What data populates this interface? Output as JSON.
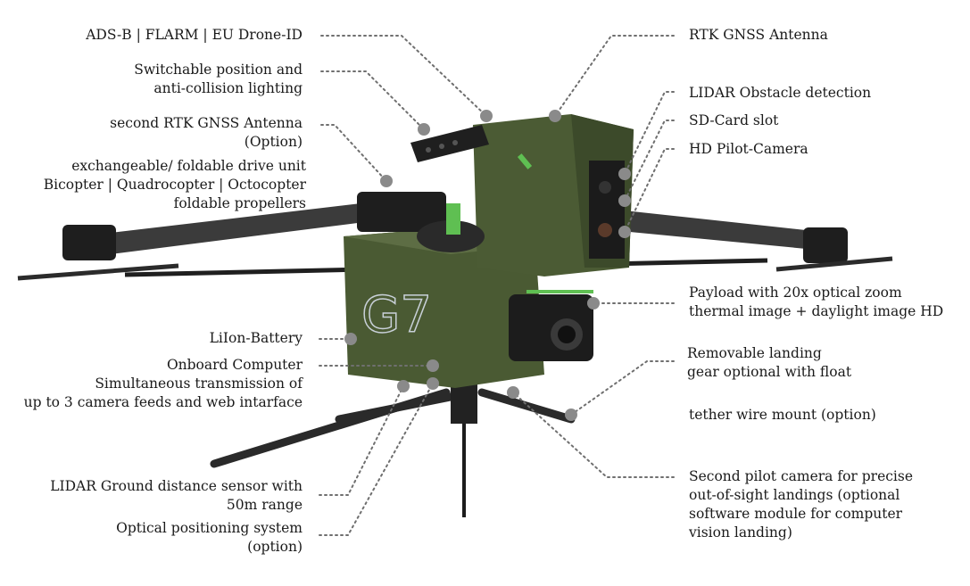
{
  "callouts": {
    "adsb": [
      "ADS-B | FLARM | EU Drone-ID"
    ],
    "lighting": [
      "Switchable position and",
      "anti-collision lighting"
    ],
    "second_rtk": [
      "second RTK GNSS Antenna",
      "(Option)"
    ],
    "drive_unit": [
      "exchangeable/ foldable drive unit",
      "Bicopter | Quadrocopter | Octocopter",
      "foldable propellers"
    ],
    "battery": [
      "LiIon-Battery"
    ],
    "computer": [
      "Onboard Computer",
      "Simultaneous transmission of",
      "up to 3 camera feeds and web intarface"
    ],
    "lidar_ground": [
      "LIDAR Ground distance sensor with",
      "50m range"
    ],
    "optical_pos": [
      "Optical positioning system",
      "(option)"
    ],
    "rtk": [
      "RTK GNSS Antenna"
    ],
    "lidar_obstacle": [
      "LIDAR Obstacle detection"
    ],
    "sdcard": [
      "SD-Card slot"
    ],
    "hd_cam": [
      "HD Pilot-Camera"
    ],
    "payload": [
      "Payload with 20x optical zoom",
      "thermal image + daylight image HD"
    ],
    "landing_gear": [
      "Removable landing",
      "gear optional with float"
    ],
    "tether": [
      "tether wire mount (option)"
    ],
    "second_pilot": [
      "Second pilot camera for precise",
      "out-of-sight landings (optional",
      "software module for computer",
      "vision landing)"
    ]
  },
  "model_marking": "G7",
  "colors": {
    "body_green": "#4a5a33",
    "body_dark": "#1f2418",
    "arm": "#3a3a3a",
    "accent_green": "#5fbf52",
    "leader_dot": "#8a8a8a",
    "leader_line": "#6f6f6f"
  }
}
